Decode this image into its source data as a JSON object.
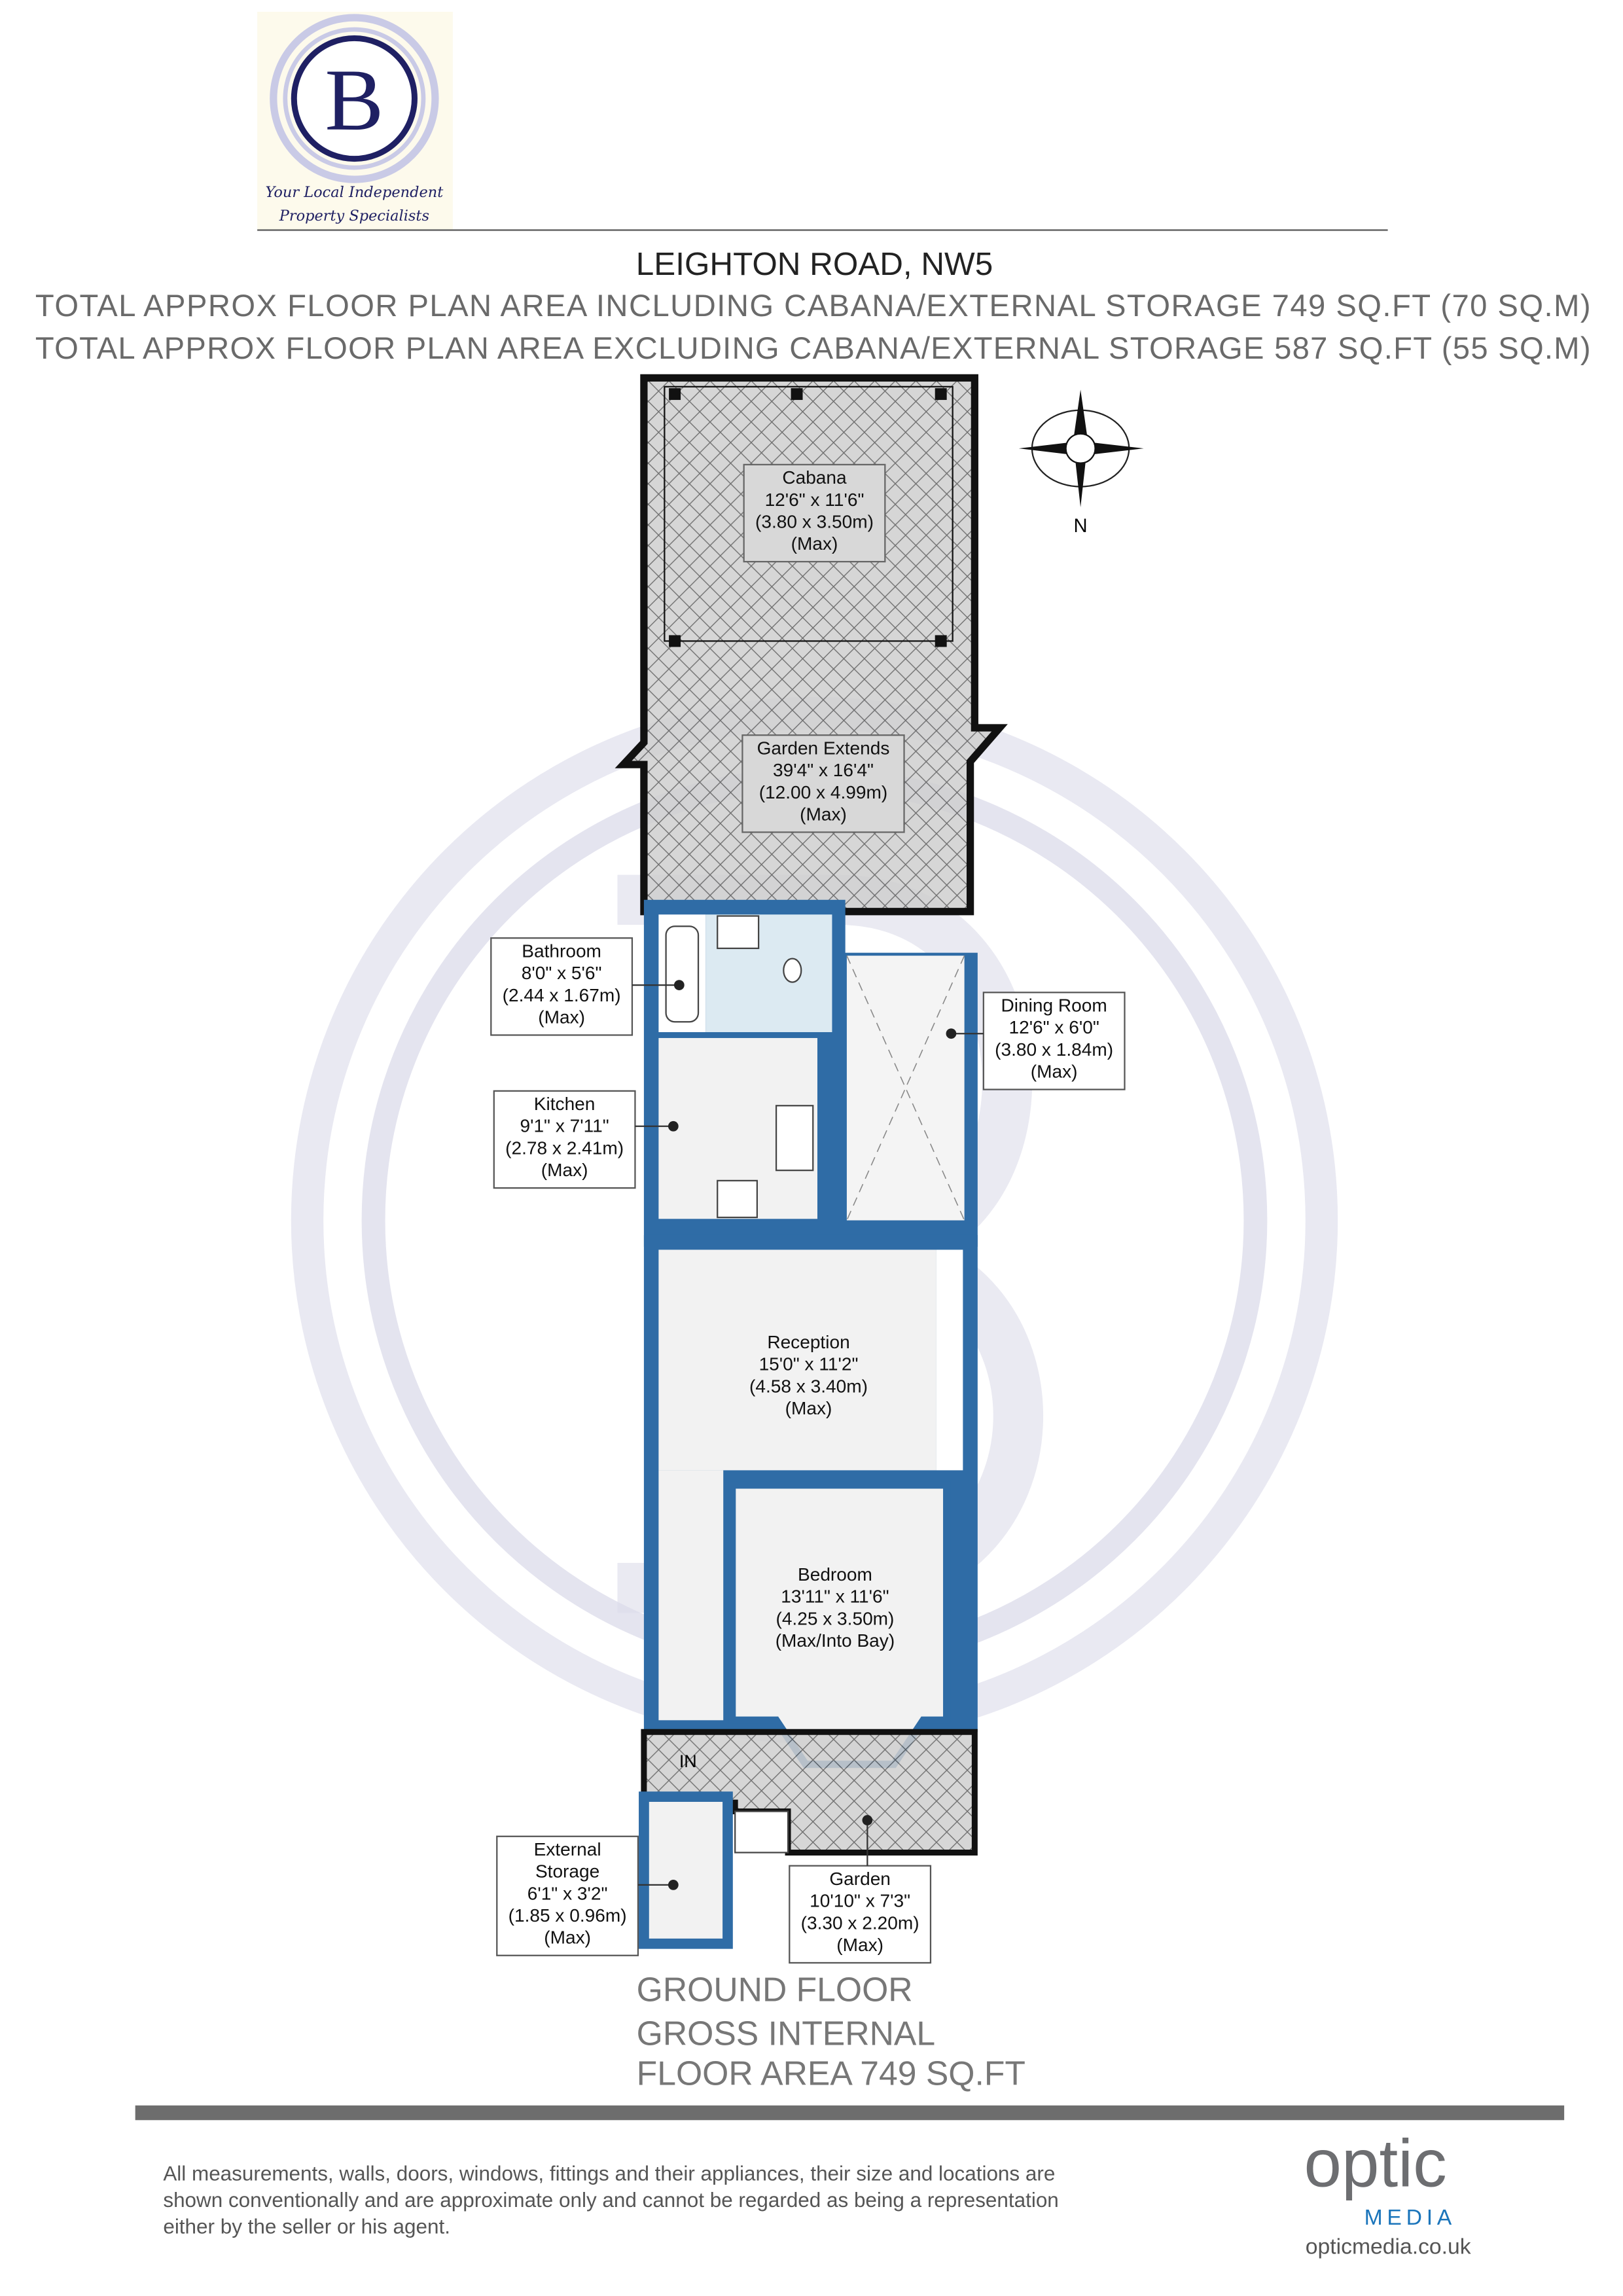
{
  "logo": {
    "letter": "B",
    "tagline_1": "Your Local Independent",
    "tagline_2": "Property Specialists",
    "colors": {
      "navy": "#1f2063",
      "ring": "#c9cae6",
      "background": "#fdfaec"
    }
  },
  "header": {
    "address": "LEIGHTON ROAD, NW5",
    "area_including": "TOTAL APPROX FLOOR PLAN AREA INCLUDING  CABANA/EXTERNAL STORAGE  749 SQ.FT (70 SQ.M)",
    "area_excluding": "TOTAL APPROX FLOOR PLAN AREA EXCLUDING CABANA/EXTERNAL STORAGE  587 SQ.FT (55 SQ.M)"
  },
  "compass": {
    "label": "N",
    "icon": "compass-rose-icon"
  },
  "rooms": {
    "cabana": [
      "Cabana",
      "12'6\" x 11'6\"",
      "(3.80 x 3.50m)",
      "(Max)"
    ],
    "garden_extends": [
      "Garden Extends",
      "39'4\" x 16'4\"",
      "(12.00 x 4.99m)",
      "(Max)"
    ],
    "bathroom": [
      "Bathroom",
      "8'0\" x 5'6\"",
      "(2.44 x 1.67m)",
      "(Max)"
    ],
    "kitchen": [
      "Kitchen",
      "9'1\" x 7'11\"",
      "(2.78 x 2.41m)",
      "(Max)"
    ],
    "dining_room": [
      "Dining Room",
      "12'6\" x 6'0\"",
      "(3.80 x 1.84m)",
      "(Max)"
    ],
    "reception": [
      "Reception",
      "15'0\" x 11'2\"",
      "(4.58 x 3.40m)",
      "(Max)"
    ],
    "bedroom": [
      "Bedroom",
      "13'11\" x 11'6\"",
      "(4.25 x 3.50m)",
      "(Max/Into Bay)"
    ],
    "external_storage": [
      "External",
      "Storage",
      "6'1\" x 3'2\"",
      "(1.85 x 0.96m)",
      "(Max)"
    ],
    "garden": [
      "Garden",
      "10'10\" x 7'3\"",
      "(3.30 x 2.20m)",
      "(Max)"
    ]
  },
  "entrance_label": "IN",
  "floor_summary": [
    "GROUND FLOOR",
    "GROSS INTERNAL",
    "FLOOR AREA 749 SQ.FT"
  ],
  "disclaimer": [
    "All measurements, walls, doors, windows, fittings and their appliances, their size and locations are",
    "shown conventionally and are approximate only and cannot be regarded as being a representation",
    "either by the seller or his agent."
  ],
  "footer_logo": {
    "word": "optic",
    "sub": "MEDIA",
    "url": "opticmedia.co.uk",
    "colors": {
      "blue": "#1b75bb",
      "gray": "#6d6e71"
    }
  },
  "colors": {
    "wall_blue": "#2f6ca6",
    "hatch_gray": "#cfcfcf",
    "watermark": "#e4e4ef"
  }
}
